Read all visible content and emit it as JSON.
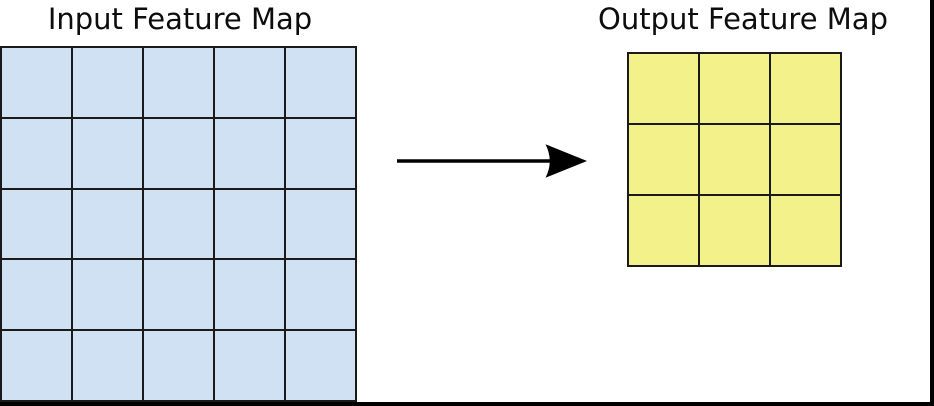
{
  "diagram": {
    "background_color": "#ffffff",
    "frame_border_color": "#000000",
    "grid_line_color": "#1a1a1a",
    "input_map": {
      "title": "Input Feature Map",
      "rows": 5,
      "cols": 5,
      "cell_color": "#cfe1f2"
    },
    "output_map": {
      "title": "Output Feature Map",
      "rows": 3,
      "cols": 3,
      "cell_color": "#f2f18a"
    },
    "arrow": {
      "direction": "right",
      "color": "#000000"
    }
  }
}
